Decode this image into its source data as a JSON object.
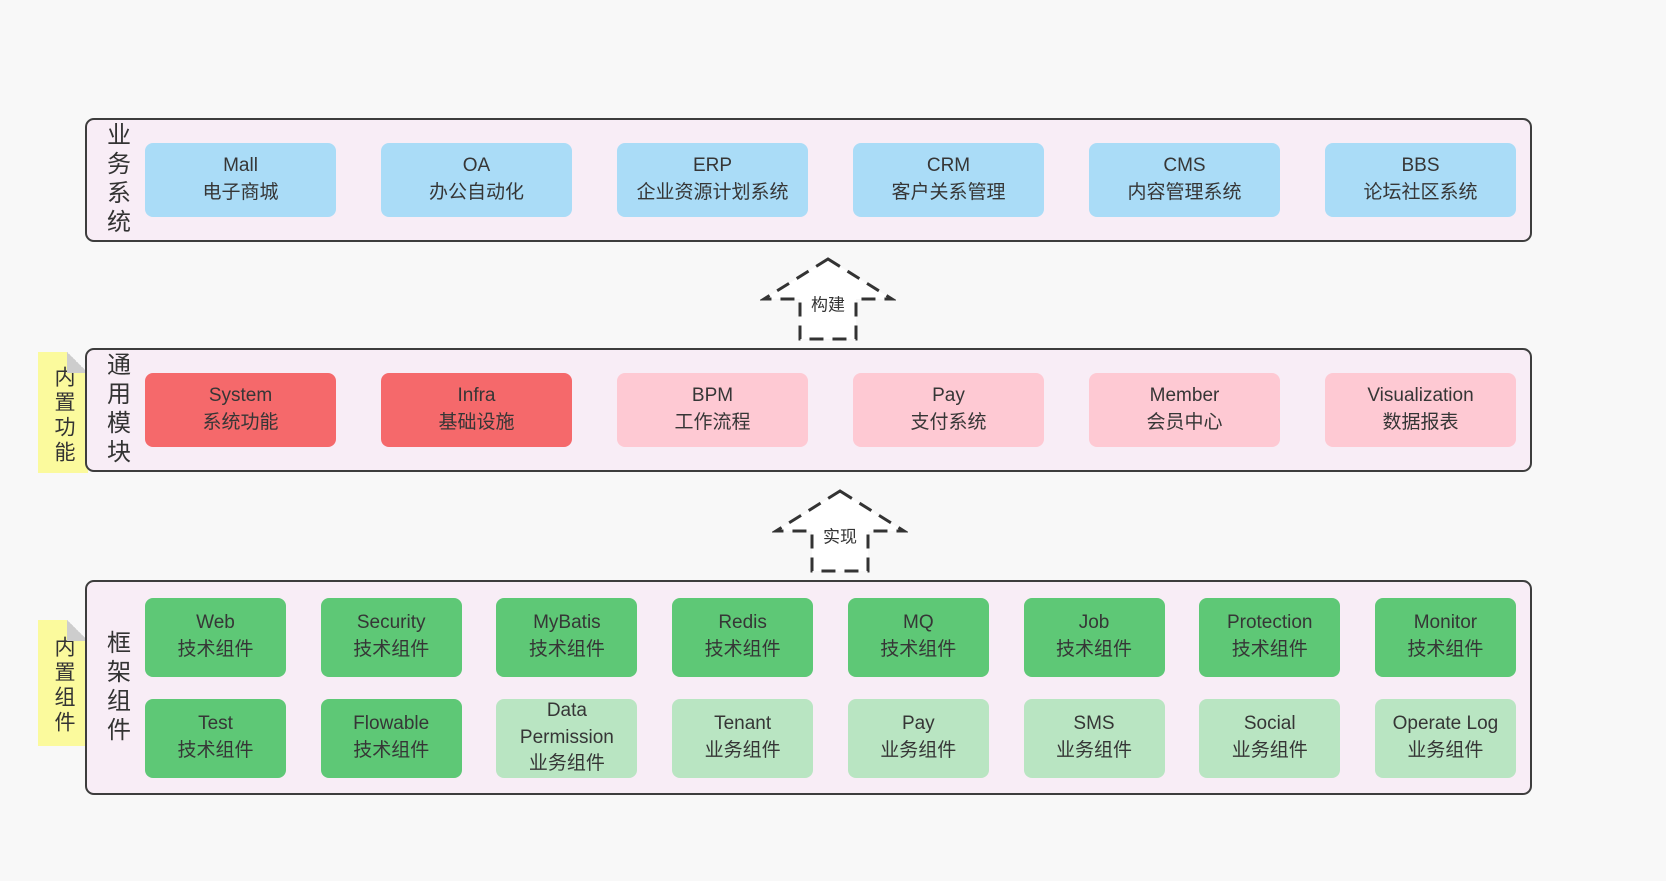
{
  "diagram_title": "framework-architecture-diagram",
  "colors": {
    "page_bg": "#f8f8f8",
    "band_bg": "#f8edf6",
    "band_border": "#3d3d3d",
    "blue": "#aadcf7",
    "red": "#f5696b",
    "pink": "#fec9d3",
    "green": "#5ec876",
    "light_green": "#b9e5c2",
    "sticky_yellow": "#fbfa9d",
    "text": "#333333"
  },
  "arrows": [
    {
      "label": "构建"
    },
    {
      "label": "实现"
    }
  ],
  "bands": [
    {
      "id": "business-systems",
      "label": "业务系统",
      "sticky": null,
      "rows": [
        [
          {
            "title": "Mall",
            "subtitle": "电子商城",
            "variant": "blue"
          },
          {
            "title": "OA",
            "subtitle": "办公自动化",
            "variant": "blue"
          },
          {
            "title": "ERP",
            "subtitle": "企业资源计划系统",
            "variant": "blue"
          },
          {
            "title": "CRM",
            "subtitle": "客户关系管理",
            "variant": "blue"
          },
          {
            "title": "CMS",
            "subtitle": "内容管理系统",
            "variant": "blue"
          },
          {
            "title": "BBS",
            "subtitle": "论坛社区系统",
            "variant": "blue"
          }
        ]
      ]
    },
    {
      "id": "common-modules",
      "label": "通用模块",
      "sticky": "内置功能",
      "rows": [
        [
          {
            "title": "System",
            "subtitle": "系统功能",
            "variant": "red"
          },
          {
            "title": "Infra",
            "subtitle": "基础设施",
            "variant": "red"
          },
          {
            "title": "BPM",
            "subtitle": "工作流程",
            "variant": "pink"
          },
          {
            "title": "Pay",
            "subtitle": "支付系统",
            "variant": "pink"
          },
          {
            "title": "Member",
            "subtitle": "会员中心",
            "variant": "pink"
          },
          {
            "title": "Visualization",
            "subtitle": "数据报表",
            "variant": "pink"
          }
        ]
      ]
    },
    {
      "id": "framework-components",
      "label": "框架组件",
      "sticky": "内置组件",
      "rows": [
        [
          {
            "title": "Web",
            "subtitle": "技术组件",
            "variant": "green"
          },
          {
            "title": "Security",
            "subtitle": "技术组件",
            "variant": "green"
          },
          {
            "title": "MyBatis",
            "subtitle": "技术组件",
            "variant": "green"
          },
          {
            "title": "Redis",
            "subtitle": "技术组件",
            "variant": "green"
          },
          {
            "title": "MQ",
            "subtitle": "技术组件",
            "variant": "green"
          },
          {
            "title": "Job",
            "subtitle": "技术组件",
            "variant": "green"
          },
          {
            "title": "Protection",
            "subtitle": "技术组件",
            "variant": "green"
          },
          {
            "title": "Monitor",
            "subtitle": "技术组件",
            "variant": "green"
          }
        ],
        [
          {
            "title": "Test",
            "subtitle": "技术组件",
            "variant": "green"
          },
          {
            "title": "Flowable",
            "subtitle": "技术组件",
            "variant": "green"
          },
          {
            "title": "Data Permission",
            "subtitle": "业务组件",
            "variant": "lightgreen"
          },
          {
            "title": "Tenant",
            "subtitle": "业务组件",
            "variant": "lightgreen"
          },
          {
            "title": "Pay",
            "subtitle": "业务组件",
            "variant": "lightgreen"
          },
          {
            "title": "SMS",
            "subtitle": "业务组件",
            "variant": "lightgreen"
          },
          {
            "title": "Social",
            "subtitle": "业务组件",
            "variant": "lightgreen"
          },
          {
            "title": "Operate Log",
            "subtitle": "业务组件",
            "variant": "lightgreen"
          }
        ]
      ]
    }
  ]
}
